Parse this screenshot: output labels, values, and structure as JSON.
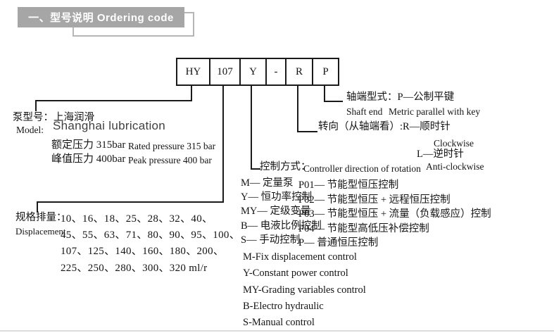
{
  "header": {
    "title": "一、型号说明 Ordering code"
  },
  "colors": {
    "banner_gray": "#a6a6a6",
    "outline_gray": "#b6b6b6",
    "line_black": "#1a1a1a"
  },
  "code_boxes": [
    "HY",
    "107",
    "Y",
    "-",
    "R",
    "P"
  ],
  "shaft_end": {
    "cn": "轴端型式：P—公制平键",
    "en_label": "Shaft end",
    "en_value": "Metric parallel with key"
  },
  "rotation": {
    "cn_r": "转向（从轴端看）:R—顺时针",
    "en_r": "Clockwise",
    "cn_l": "L—逆时针",
    "en_l": "Anti-clockwise"
  },
  "control": {
    "cn_label": "控制方式：",
    "en_label": "Controller direction of rotation",
    "codes": [
      "M–– 定量泵",
      "Y–– 恒功率控制",
      "MY–– 定级变量",
      "B–– 电液比例控制",
      "S–– 手动控制"
    ],
    "p_codes": [
      "P01–– 节能型恒压控制",
      "P02–– 节能型恒压 + 远程恒压控制",
      "P03–– 节能型恒压 + 流量（负载感应）控制",
      "P04–– 节能型高低压补偿控制",
      "P–– 普通恒压控制"
    ],
    "en_codes": [
      "M-Fix displacement control",
      "Y-Constant power control",
      "MY-Grading variables control",
      "B-Electro hydraulic",
      "S-Manual control"
    ]
  },
  "model": {
    "cn_label": "泵型号：",
    "cn_value": "上海润滑",
    "en_label": "Model:",
    "en_value": "Shanghai lubrication",
    "rated_cn": "额定压力 315bar",
    "rated_en": "Rated pressure 315 bar",
    "peak_cn": "峰值压力 400bar",
    "peak_en": "Peak pressure 400 bar"
  },
  "displacement": {
    "cn_label": "规格排量：",
    "en_label": "Displacement",
    "lines": [
      "10、16、18、25、28、32、40、",
      "45、55、63、71、80、90、95、100、",
      "107、125、140、160、180、200、",
      "225、250、280、300、320 ml/r"
    ]
  }
}
